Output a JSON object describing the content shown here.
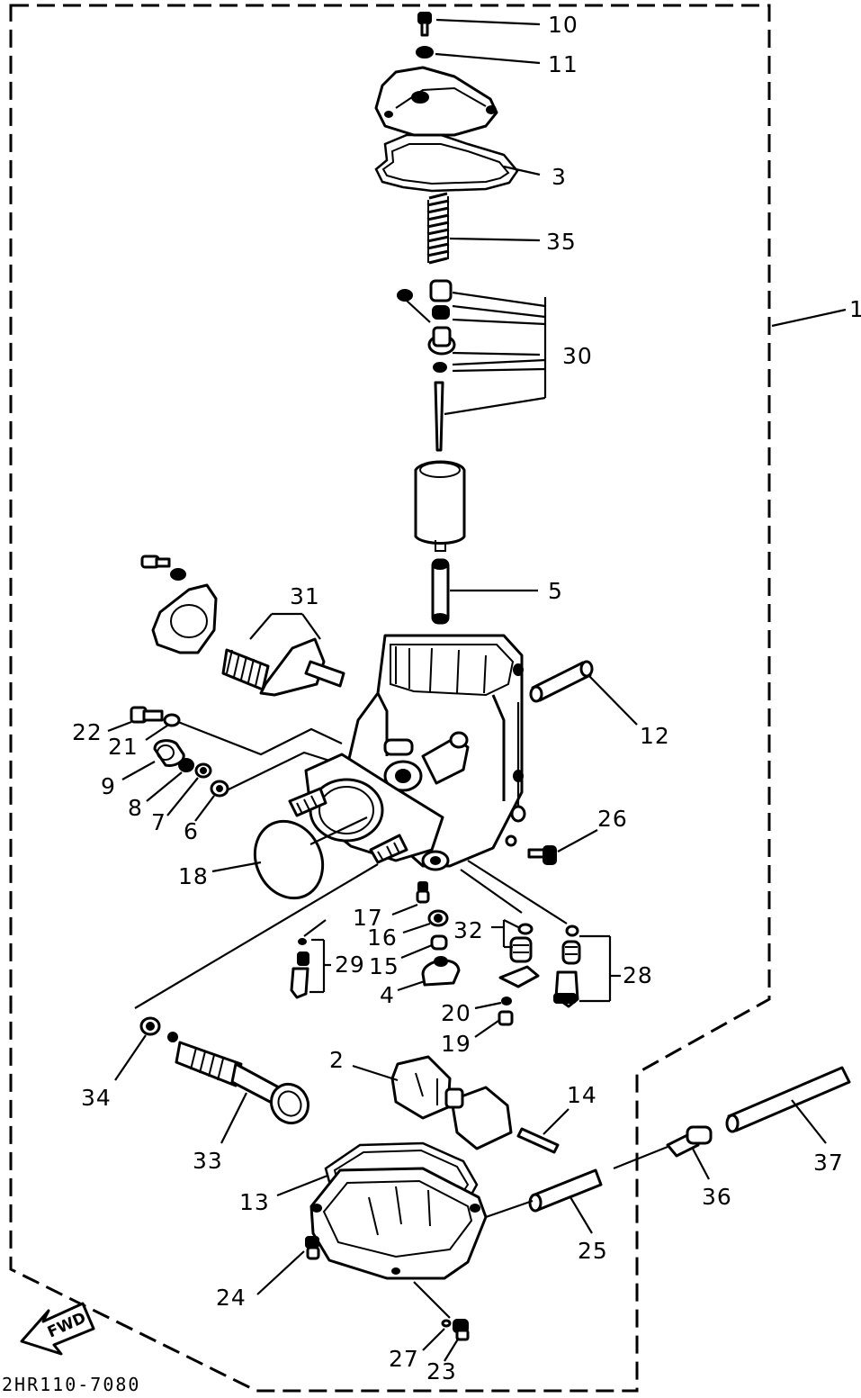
{
  "figure": {
    "drawing_code": "2HR110-7080",
    "fwd_label": "FWD",
    "assembly_callout": "1"
  },
  "callouts": [
    {
      "id": "c10",
      "text": "10"
    },
    {
      "id": "c11",
      "text": "11"
    },
    {
      "id": "c3",
      "text": "3"
    },
    {
      "id": "c35",
      "text": "35"
    },
    {
      "id": "c30",
      "text": "30"
    },
    {
      "id": "c5",
      "text": "5"
    },
    {
      "id": "c31",
      "text": "31"
    },
    {
      "id": "c12",
      "text": "12"
    },
    {
      "id": "c22",
      "text": "22"
    },
    {
      "id": "c21",
      "text": "21"
    },
    {
      "id": "c9",
      "text": "9"
    },
    {
      "id": "c8",
      "text": "8"
    },
    {
      "id": "c7",
      "text": "7"
    },
    {
      "id": "c6",
      "text": "6"
    },
    {
      "id": "c26",
      "text": "26"
    },
    {
      "id": "c18",
      "text": "18"
    },
    {
      "id": "c17",
      "text": "17"
    },
    {
      "id": "c16",
      "text": "16"
    },
    {
      "id": "c32",
      "text": "32"
    },
    {
      "id": "c29",
      "text": "29"
    },
    {
      "id": "c15",
      "text": "15"
    },
    {
      "id": "c28",
      "text": "28"
    },
    {
      "id": "c4",
      "text": "4"
    },
    {
      "id": "c20",
      "text": "20"
    },
    {
      "id": "c19",
      "text": "19"
    },
    {
      "id": "c34",
      "text": "34"
    },
    {
      "id": "c2",
      "text": "2"
    },
    {
      "id": "c14",
      "text": "14"
    },
    {
      "id": "c33",
      "text": "33"
    },
    {
      "id": "c37",
      "text": "37"
    },
    {
      "id": "c13",
      "text": "13"
    },
    {
      "id": "c36",
      "text": "36"
    },
    {
      "id": "c25",
      "text": "25"
    },
    {
      "id": "c24",
      "text": "24"
    },
    {
      "id": "c27",
      "text": "27"
    },
    {
      "id": "c23",
      "text": "23"
    }
  ]
}
